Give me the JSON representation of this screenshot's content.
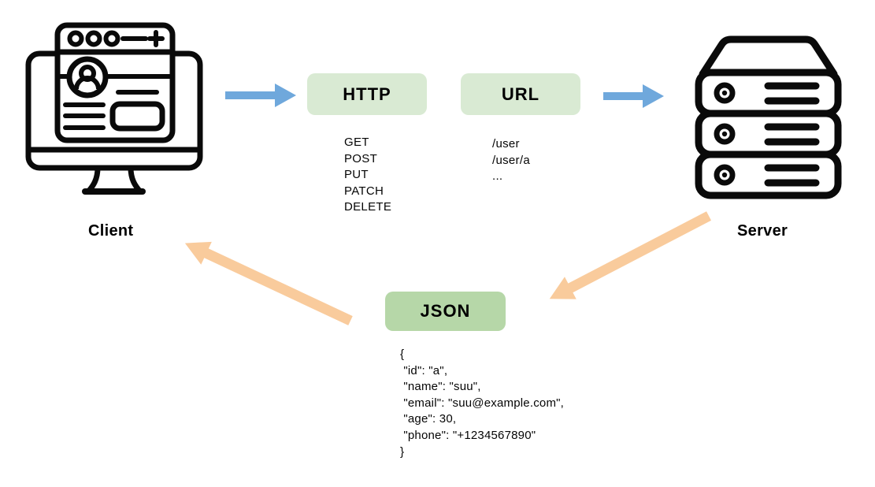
{
  "title": "REST API client-server diagram",
  "colors": {
    "arrow_blue": "#6fa8dc",
    "arrow_orange": "#f9cb9c",
    "box_light_green": "#d9ead3",
    "box_medium_green": "#b6d7a8",
    "icon_black": "#0a0a0a",
    "background": "#ffffff"
  },
  "client": {
    "label": "Client"
  },
  "server": {
    "label": "Server"
  },
  "http": {
    "title": "HTTP",
    "methods": [
      "GET",
      "POST",
      "PUT",
      "PATCH",
      "DELETE"
    ]
  },
  "url": {
    "title": "URL",
    "paths": [
      "/user",
      "/user/a",
      "..."
    ]
  },
  "json": {
    "title": "JSON",
    "code_lines": [
      "{",
      " \"id\": \"a\",",
      " \"name\": \"suu\",",
      " \"email\": \"suu@example.com\",",
      " \"age\": 30,",
      " \"phone\": \"+1234567890\"",
      "}"
    ]
  }
}
